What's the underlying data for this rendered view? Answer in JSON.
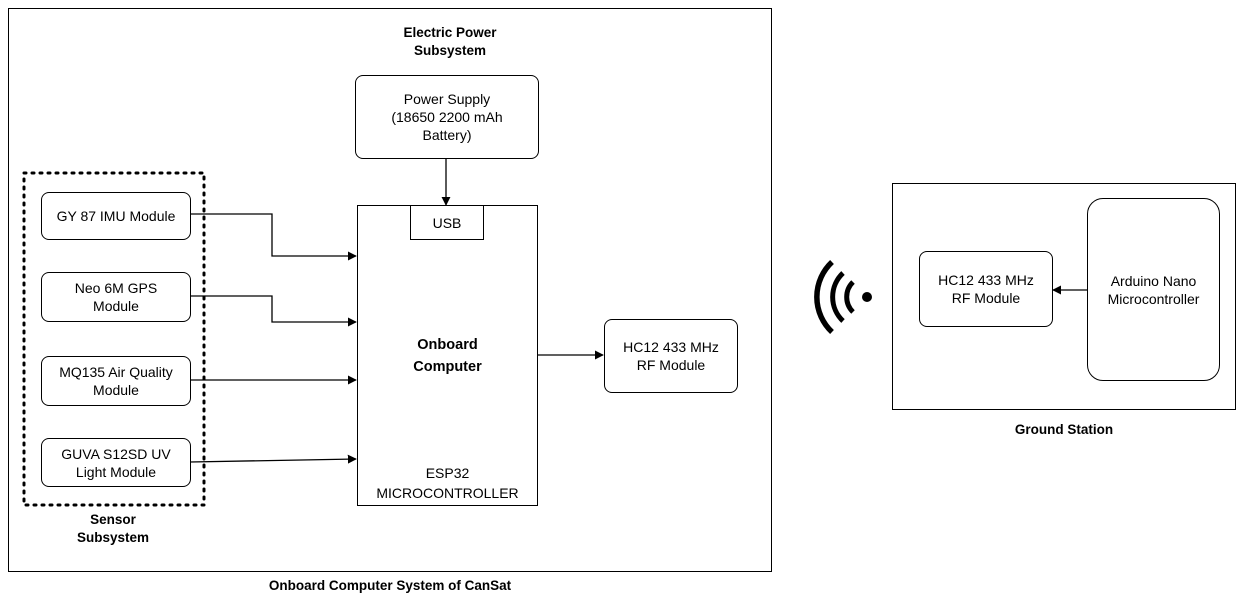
{
  "cansat": {
    "caption": "Onboard Computer System of CanSat",
    "power_subsystem": {
      "title": "Electric Power\nSubsystem",
      "power_supply": "Power Supply\n(18650 2200 mAh\nBattery)"
    },
    "sensor_subsystem": {
      "title": "Sensor\nSubsystem",
      "modules": [
        "GY 87 IMU Module",
        "Neo 6M GPS\nModule",
        "MQ135 Air Quality\nModule",
        "GUVA S12SD UV\nLight Module"
      ]
    },
    "onboard_computer": {
      "usb_label": "USB",
      "title": "Onboard\nComputer",
      "mcu": "ESP32\nMICROCONTROLLER"
    },
    "rf_module": "HC12 433 MHz\nRF Module"
  },
  "ground_station": {
    "caption": "Ground Station",
    "rf_module": "HC12 433 MHz\nRF Module",
    "mcu": "Arduino Nano\nMicrocontroller"
  },
  "icons": {
    "wireless": "wireless-signal-icon"
  }
}
